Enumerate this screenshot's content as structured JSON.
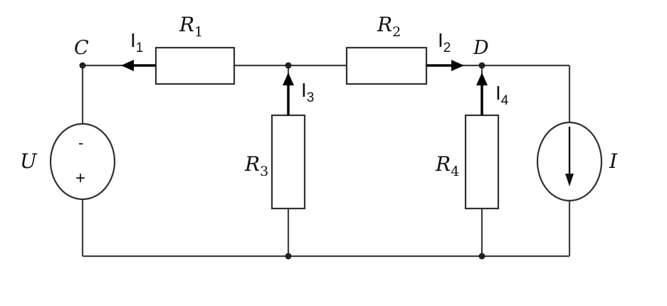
{
  "nodes": {
    "c": "C",
    "d": "D"
  },
  "resistors": {
    "r1": {
      "letter": "R",
      "sub": "1"
    },
    "r2": {
      "letter": "R",
      "sub": "2"
    },
    "r3": {
      "letter": "R",
      "sub": "3"
    },
    "r4": {
      "letter": "R",
      "sub": "4"
    }
  },
  "currents": {
    "i1": {
      "letter": "I",
      "sub": "1"
    },
    "i2": {
      "letter": "I",
      "sub": "2"
    },
    "i3": {
      "letter": "I",
      "sub": "3"
    },
    "i4": {
      "letter": "I",
      "sub": "4"
    }
  },
  "voltage_source": {
    "label": "U",
    "minus": "-",
    "plus": "+"
  },
  "current_source": {
    "label": "I"
  }
}
